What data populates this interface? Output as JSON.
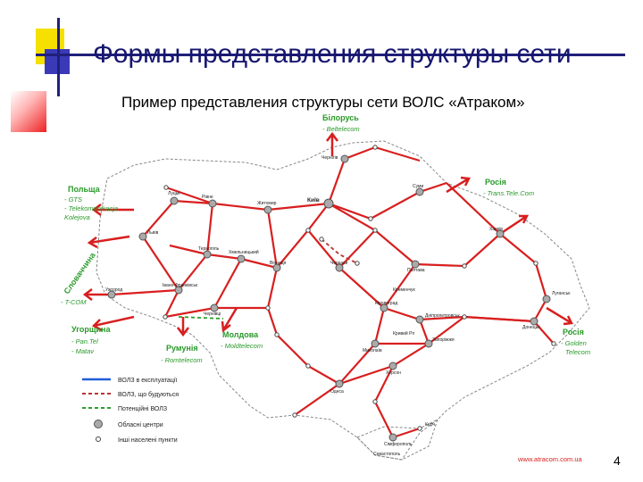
{
  "slide": {
    "title": "Формы представления структуры сети",
    "subtitle": "Пример представления структуры сети ВОЛС «Атраком»",
    "page_number": "4"
  },
  "countries": {
    "belarus": {
      "name": "Білорусь",
      "operator": "- Beltelecom"
    },
    "russia_north": {
      "name": "Росія",
      "operator": "- Trans.Tele.Com"
    },
    "poland": {
      "name": "Польща",
      "operators": [
        "- GTS",
        "- Telekomunikacja",
        "Kolejova"
      ]
    },
    "slovakia": {
      "name": "Словаччина",
      "operator": "- T-COM"
    },
    "hungary": {
      "name": "Угорщина",
      "operators": [
        "- Pan.Tel",
        "- Matav"
      ]
    },
    "romania": {
      "name": "Румунія",
      "operator": "- Romtelecom"
    },
    "moldova": {
      "name": "Молдова",
      "operator": "- Moldtelecom"
    },
    "russia_east": {
      "name": "Росія",
      "operators": [
        "- Golden",
        "Telecom"
      ]
    }
  },
  "cities": {
    "kyiv": "Київ",
    "lviv": "Львів",
    "lutsk": "Луцьк",
    "rivne": "Рівне",
    "zhytomyr": "Житомир",
    "chernihiv": "Чернігів",
    "sumy": "Суми",
    "kharkiv": "Харків",
    "poltava": "Полтава",
    "ternopil": "Тернопіль",
    "khmelnytskyi": "Хмельницький",
    "vinnytsia": "Вінниця",
    "cherkasy": "Черкаси",
    "uzhhorod": "Ужгород",
    "ivano_frankivsk": "Івано-Франківськ",
    "chernivtsi": "Чернівці",
    "kirovohrad": "Кіровоград",
    "dnipropetrovsk": "Дніпропетровськ",
    "zaporizhzhia": "Запоріжжя",
    "donetsk": "Донецьк",
    "luhansk": "Луганськ",
    "mykolaiv": "Миколаїв",
    "kherson": "Херсон",
    "odesa": "Одеса",
    "kryvyi_rih": "Кривий Ріг",
    "kremenchuk": "Кременчук",
    "simferopol": "Сімферополь",
    "sevastopol": "Севастополь",
    "kerch": "Керч"
  },
  "legend": {
    "operating": "ВОЛЗ в експлуатації",
    "building": "ВОЛЗ, що будуються",
    "potential": "Потенційні ВОЛЗ",
    "regional_centers": "Обласні центри",
    "other_settlements": "Інші населені пункти"
  },
  "website": "www.atracom.com.ua"
}
